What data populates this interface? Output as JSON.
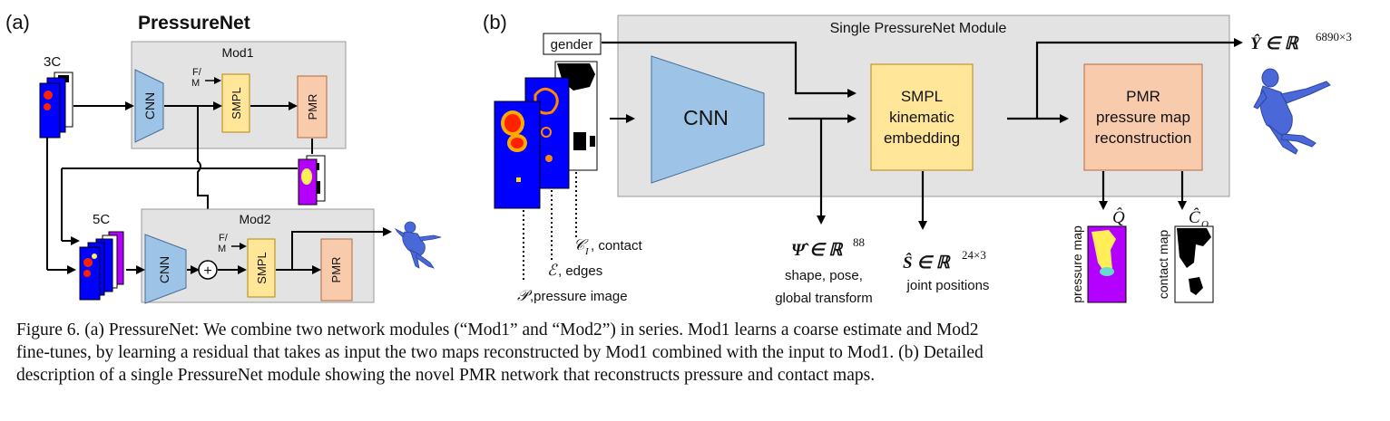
{
  "panel_a": {
    "label": "(a)",
    "title": "PressureNet",
    "mod1": "Mod1",
    "mod2": "Mod2",
    "input_3c": "3C",
    "input_5c": "5C",
    "cnn": "CNN",
    "smpl": "SMPL",
    "pmr": "PMR",
    "fm_top": "F/",
    "fm_bottom": "M",
    "plus": "+"
  },
  "panel_b": {
    "label": "(b)",
    "module_title": "Single PressureNet Module",
    "gender": "gender",
    "cnn": "CNN",
    "smpl_lines": [
      "SMPL",
      "kinematic",
      "embedding"
    ],
    "pmr_lines": [
      "PMR",
      "pressure map",
      "reconstruction"
    ],
    "v_hat": "Ŷ ∈ ℝ",
    "v_hat_sup": "6890×3",
    "psi_hat": "Ψ̂ ∈ ℝ",
    "psi_hat_sup": "88",
    "psi_desc": [
      "shape, pose,",
      "global transform"
    ],
    "s_hat": "Ŝ ∈ ℝ",
    "s_hat_sup": "24×3",
    "s_desc": "joint positions",
    "q_hat": "Q̂",
    "co_hat": "Ĉ",
    "co_sub": "O",
    "ci_sym": "𝒞",
    "ci_sub": "I",
    "ci_label": ", contact",
    "e_sym": "ℰ",
    "e_label": ", edges",
    "p_sym": "𝒫",
    "p_label": ",pressure image",
    "pressure_map": "pressure map",
    "contact_map": "contact map"
  },
  "caption": [
    "Figure 6. (a) PressureNet: We combine two network modules (“Mod1” and “Mod2”) in series. Mod1 learns a coarse estimate and Mod2",
    "fine-tunes, by learning a residual that takes as input the two maps reconstructed by Mod1 combined with the input to Mod1. (b) Detailed",
    "description of a single PressureNet module showing the novel PMR network that reconstructs pressure and contact maps."
  ],
  "colors": {
    "module_bg": "#e3e3e3",
    "cnn_fill": "#9dc3e6",
    "smpl_fill": "#ffe699",
    "pmr_fill": "#f8cbad",
    "pressure_blue": "#0000ff",
    "pressure_red": "#ff2200",
    "pressure_magenta": "#b400ff"
  }
}
